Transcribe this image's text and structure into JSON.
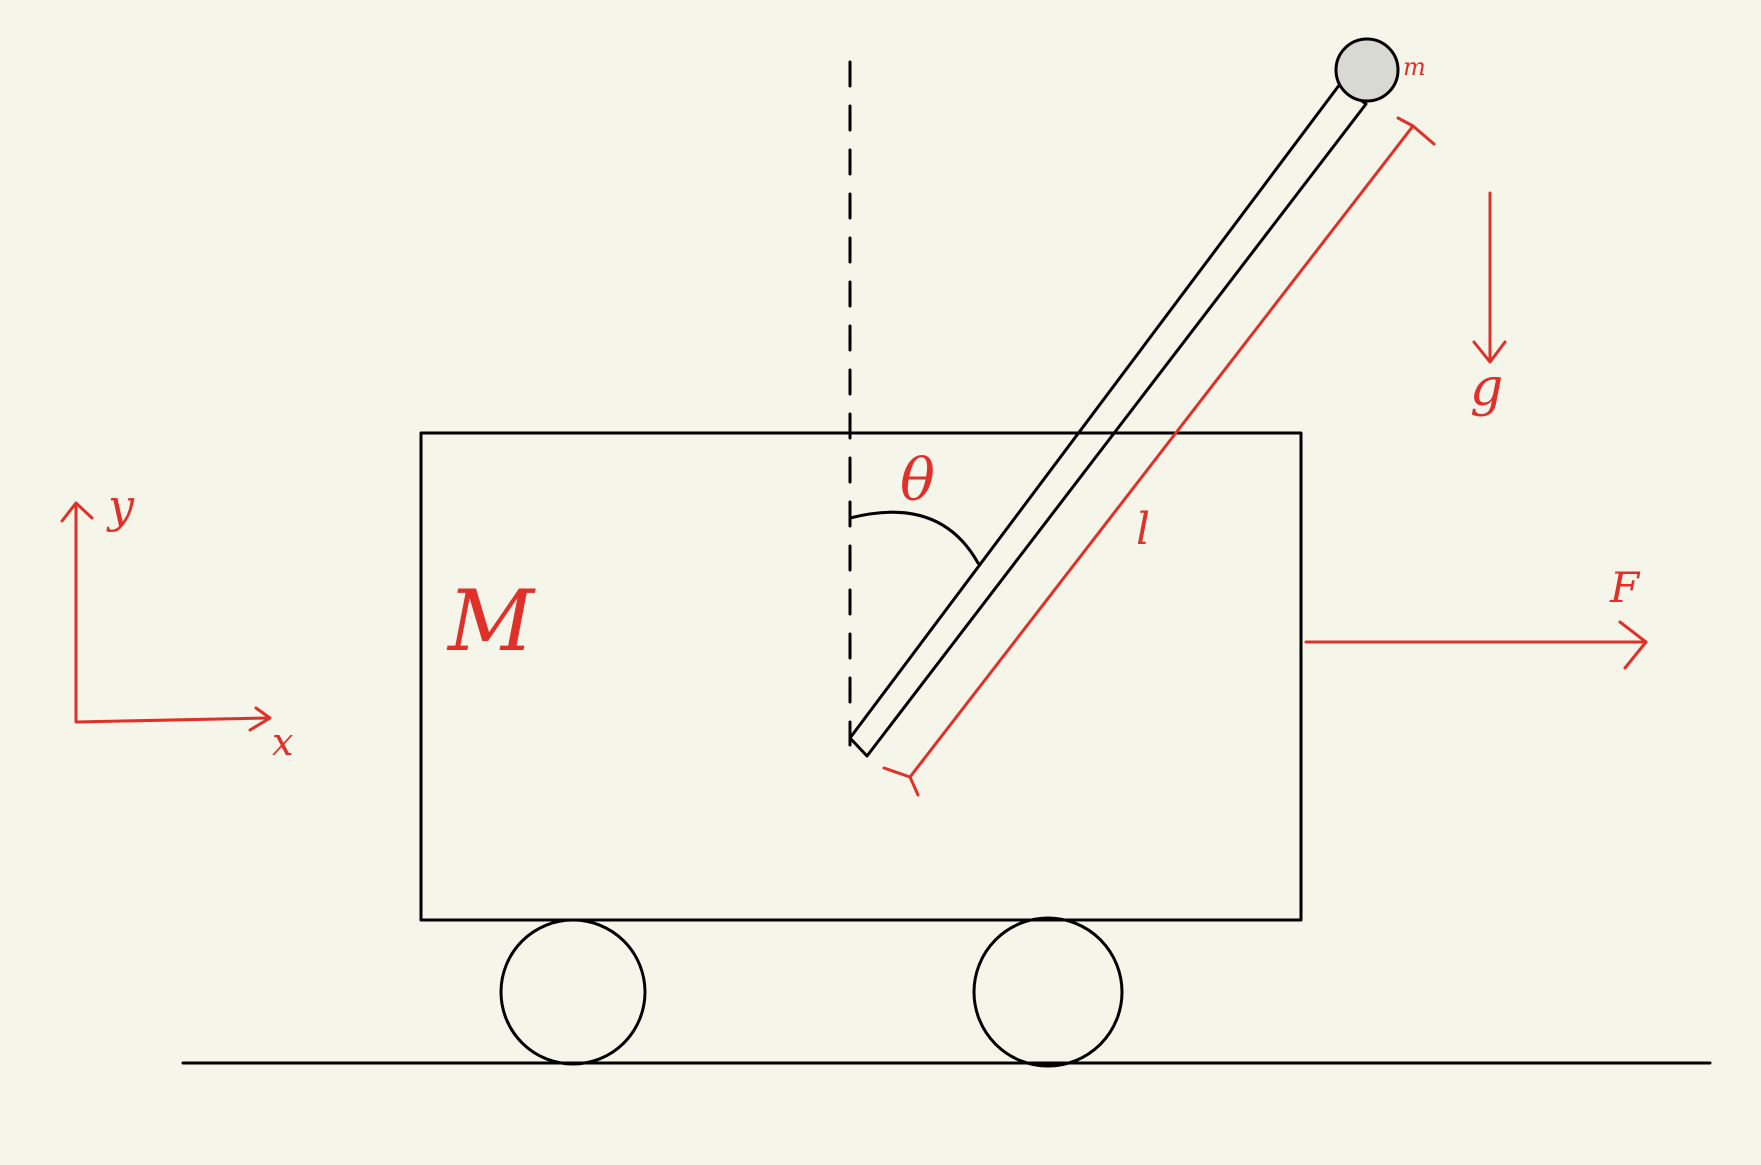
{
  "colors": {
    "background": "#f6f5ea",
    "ink": "#000000",
    "annotation": "#e0302a",
    "bob_fill": "#d9d9d4"
  },
  "labels": {
    "cart_mass": "M",
    "pendulum_mass": "m",
    "angle": "θ",
    "length": "l",
    "gravity": "g",
    "force": "F",
    "axis_x": "x",
    "axis_y": "y"
  }
}
